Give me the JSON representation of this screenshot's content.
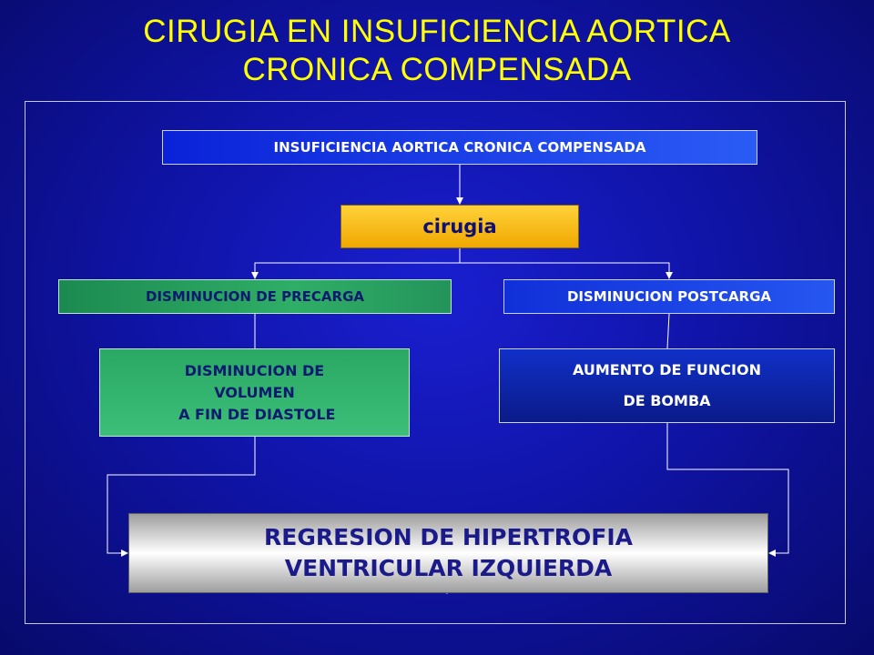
{
  "title": {
    "line1": "CIRUGIA EN INSUFICIENCIA AORTICA",
    "line2": "CRONICA  COMPENSADA"
  },
  "diagram": {
    "top": "INSUFICIENCIA AORTICA CRONICA COMPENSADA",
    "surgery": "cirugia",
    "left_branch": "DISMINUCION DE PRECARGA",
    "right_branch": "DISMINUCION POSTCARGA",
    "left_effect": {
      "line1": "DISMINUCION DE",
      "line2": "VOLUMEN",
      "line3": " A FIN DE DIASTOLE"
    },
    "right_effect": {
      "line1": "AUMENTO DE FUNCION",
      "line2": "DE BOMBA"
    },
    "result": {
      "line1": "REGRESION DE HIPERTROFIA",
      "line2": "VENTRICULAR IZQUIERDA"
    }
  },
  "colors": {
    "background": "#1014a8",
    "title": "#ffff00",
    "surgery_box": "#ffd23a",
    "green_boxes": "#2fae66",
    "blue_boxes": "#2656f0"
  }
}
